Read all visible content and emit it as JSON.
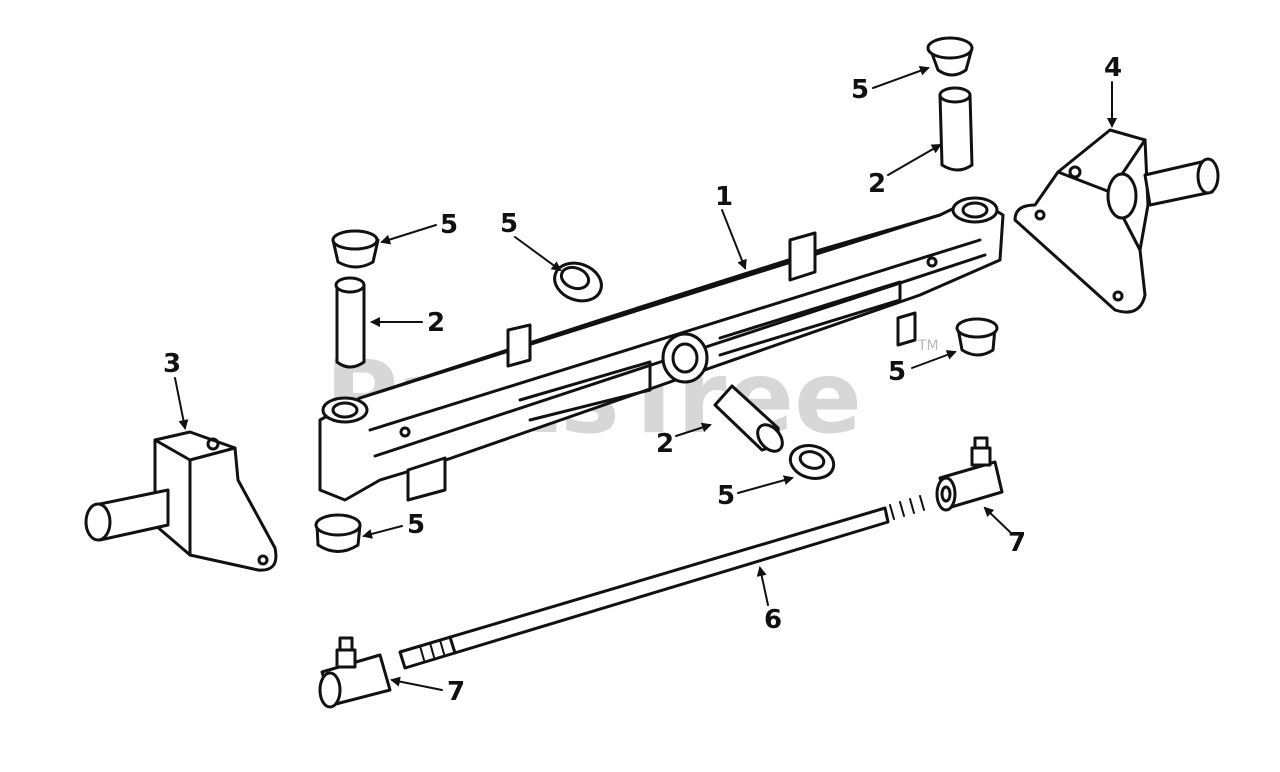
{
  "watermark": {
    "text": "PartsTree",
    "trademark": "TM"
  },
  "callouts": [
    "1",
    "2",
    "3",
    "4",
    "5",
    "6",
    "7"
  ]
}
